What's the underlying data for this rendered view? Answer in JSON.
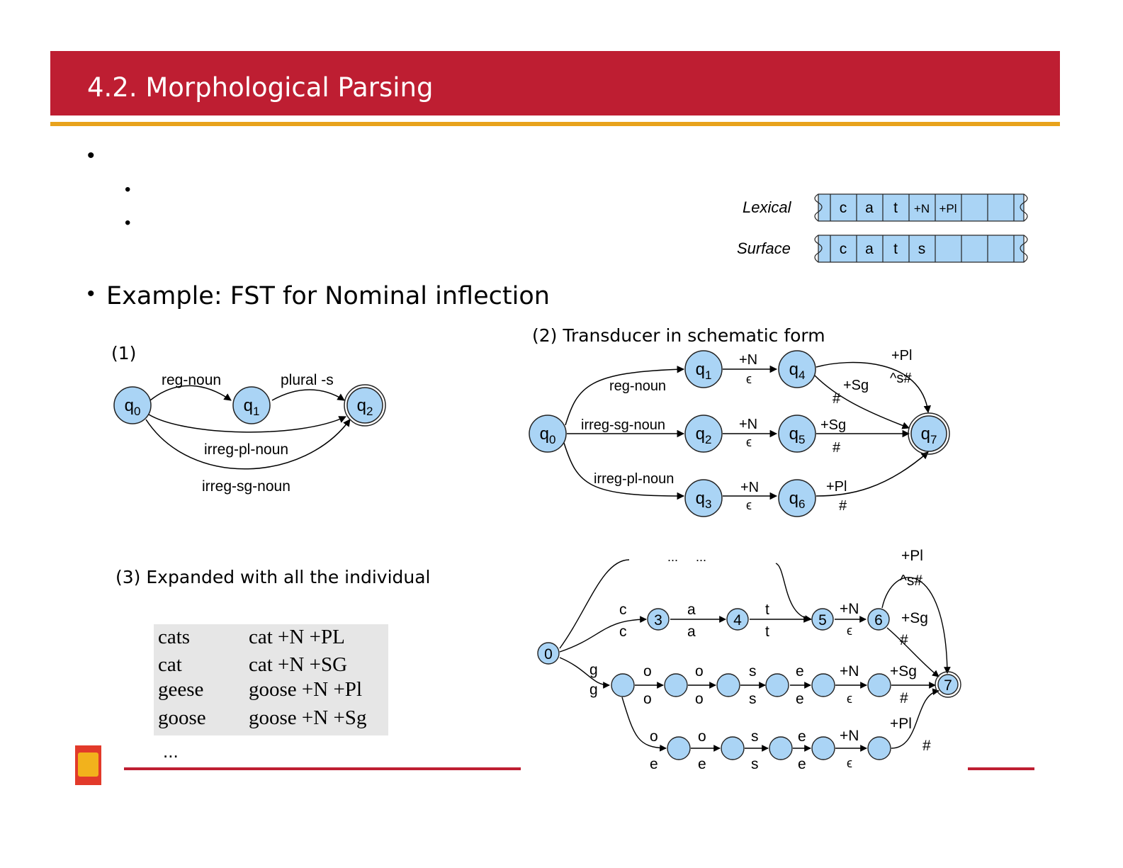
{
  "header": {
    "title": "4.2. Morphological Parsing"
  },
  "example_bullet": "Example: FST for Nominal inflection",
  "tape": {
    "lexical_label": "Lexical",
    "surface_label": "Surface",
    "lexical_cells": [
      "c",
      "a",
      "t",
      "+N",
      "+Pl",
      "",
      "",
      ""
    ],
    "surface_cells": [
      "c",
      "a",
      "t",
      "s",
      "",
      "",
      "",
      ""
    ],
    "cell_color": "#aad4f5"
  },
  "fsa1": {
    "caption": "(1)",
    "states": [
      "q0",
      "q1",
      "q2"
    ],
    "edges": [
      "reg-noun",
      "plural -s",
      "irreg-pl-noun",
      "irreg-sg-noun"
    ]
  },
  "fst2": {
    "caption": "(2) Transducer in schematic form",
    "states": [
      "q0",
      "q1",
      "q2",
      "q3",
      "q4",
      "q5",
      "q6",
      "q7"
    ],
    "edges": {
      "reg_noun": "reg-noun",
      "irreg_sg_noun": "irreg-sg-noun",
      "irreg_pl_noun": "irreg-pl-noun",
      "n_top": "+N",
      "eps_top": "ϵ",
      "n_mid": "+N",
      "eps_mid": "ϵ",
      "n_bot": "+N",
      "eps_bot": "ϵ",
      "pl_top": "+Pl",
      "s_hash": "^s#",
      "sg_top": "+Sg",
      "hash_top": "#",
      "sg_mid": "+Sg",
      "hash_mid": "#",
      "pl_bot": "+Pl",
      "hash_bot": "#"
    }
  },
  "fst3": {
    "caption": "(3) Expanded with all the individual",
    "dots": "...     ...",
    "states": [
      "0",
      "3",
      "4",
      "5",
      "6",
      "7"
    ],
    "top_row": {
      "c_up": "c",
      "c_dn": "c",
      "a_up": "a",
      "a_dn": "a",
      "t_up": "t",
      "t_dn": "t",
      "n_up": "+N",
      "n_dn": "ϵ",
      "pl": "+Pl",
      "s_hash": "^s#",
      "sg": "+Sg",
      "hash": "#"
    },
    "mid_row": {
      "g_up": "g",
      "g_dn": "g",
      "o1_up": "o",
      "o1_dn": "o",
      "o2_up": "o",
      "o2_dn": "o",
      "s_up": "s",
      "s_dn": "s",
      "e_up": "e",
      "e_dn": "e",
      "n_up": "+N",
      "n_dn": "ϵ",
      "sg": "+Sg",
      "hash": "#"
    },
    "bot_row": {
      "o1_up": "o",
      "o1_dn": "e",
      "o2_up": "o",
      "o2_dn": "e",
      "s_up": "s",
      "s_dn": "s",
      "e_up": "e",
      "e_dn": "e",
      "n_up": "+N",
      "n_dn": "ϵ",
      "pl": "+Pl",
      "hash": "#"
    }
  },
  "examples_table": {
    "rows": [
      {
        "word": "cats",
        "parse": "cat +N +PL"
      },
      {
        "word": "cat",
        "parse": "cat +N +SG"
      },
      {
        "word": "geese",
        "parse": "goose +N +Pl"
      },
      {
        "word": "goose",
        "parse": "goose +N +Sg"
      }
    ],
    "more": "..."
  },
  "colors": {
    "banner": "#be1e32",
    "accent_line": "#e8a21c",
    "state_fill": "#aad4f5"
  }
}
